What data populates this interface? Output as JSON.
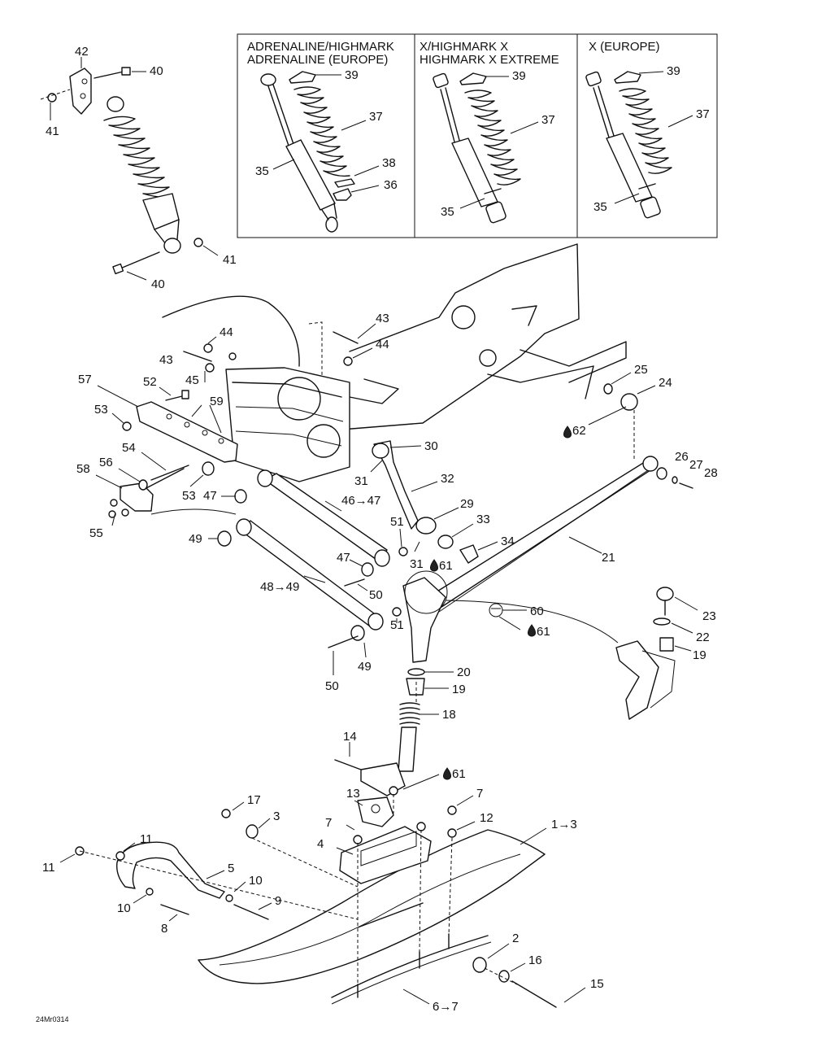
{
  "variants": [
    {
      "name_line1": "ADRENALINE/HIGHMARK",
      "name_line2": "ADRENALINE (EUROPE)",
      "parts": [
        "39",
        "37",
        "35",
        "38",
        "36"
      ]
    },
    {
      "name_line1": "X/HIGHMARK X",
      "name_line2": "HIGHMARK X EXTREME",
      "parts": [
        "39",
        "37",
        "35"
      ]
    },
    {
      "name_line1": "X (EUROPE)",
      "name_line2": "",
      "parts": [
        "39",
        "37",
        "35"
      ]
    }
  ],
  "callouts": [
    "42",
    "40",
    "41",
    "41",
    "40",
    "43",
    "44",
    "43",
    "44",
    "45",
    "52",
    "57",
    "53",
    "59",
    "25",
    "24",
    "62",
    "30",
    "31",
    "32",
    "29",
    "33",
    "34",
    "26",
    "27",
    "28",
    "21",
    "54",
    "56",
    "58",
    "53",
    "47",
    "46→47",
    "51",
    "55",
    "49",
    "47",
    "31",
    "61",
    "50",
    "48→49",
    "60",
    "61",
    "23",
    "22",
    "19",
    "51",
    "50",
    "49",
    "20",
    "19",
    "18",
    "14",
    "61",
    "13",
    "17",
    "3",
    "7",
    "7",
    "12",
    "11",
    "11",
    "1→3",
    "4",
    "5",
    "10",
    "10",
    "9",
    "8",
    "2",
    "16",
    "15",
    "6→7"
  ],
  "figure_code": "24Mr0314",
  "icons": {
    "lubricant": "oil-drop-icon"
  }
}
